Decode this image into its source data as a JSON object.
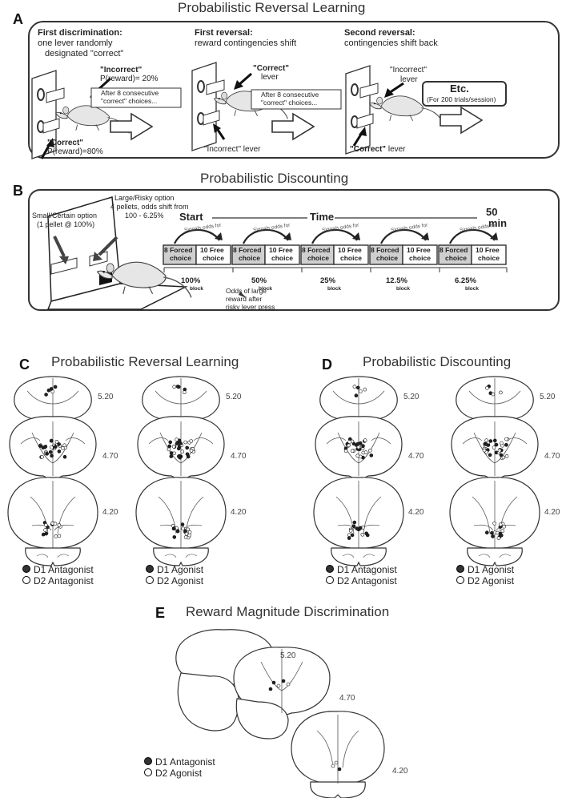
{
  "panelA": {
    "letter": "A",
    "title": "Probabilistic Reversal Learning",
    "stage1_head": "First discrimination:",
    "stage1_sub1": "one lever randomly",
    "stage1_sub2": "designated \"correct\"",
    "stage1_incorrect": "\"Incorrect\"",
    "stage1_incorrect_p": "P(reward)= 20%",
    "stage1_correct": "\"Correct\"",
    "stage1_correct_p": "P(reward)=80%",
    "arrow1_l1": "After 8 consecutive",
    "arrow1_l2": "\"correct\" choices...",
    "stage2_head": "First reversal:",
    "stage2_sub": "reward contingencies shift",
    "stage2_correct": "\"Correct\"",
    "stage2_correct_l": "lever",
    "stage2_incorrect": "\"Incorrect\" lever",
    "arrow2_l1": "After 8 consecutive",
    "arrow2_l2": "\"correct\" choices...",
    "stage3_head": "Second reversal:",
    "stage3_sub": "contingencies shift back",
    "stage3_incorrect": "\"Incorrect\"",
    "stage3_incorrect_l": "lever",
    "stage3_correct": "\"Correct\"",
    "stage3_correct_l": " lever",
    "etc": "Etc.",
    "etc_sub": "(For 200 trials/session)"
  },
  "panelB": {
    "letter": "B",
    "title": "Probabilistic Discounting",
    "small_l1": "Small/Certain option",
    "small_l2": "(1 pellet @ 100%)",
    "large_l1": "Large/Risky option",
    "large_l2": "4 pellets, odds shift from",
    "large_l3": "100 - 6.25%",
    "start": "Start",
    "time": "Time",
    "end_num": "50",
    "end_unit": "min",
    "signals": "Signals odds for",
    "forced_l1": "8 Forced",
    "forced_l2": "choice",
    "free_l1": "10 Free",
    "free_l2": "choice",
    "blocks": [
      "100%",
      "50%",
      "25%",
      "12.5%",
      "6.25%"
    ],
    "block_word": "block",
    "odds_l1": "Odds of large",
    "odds_l2": "reward after",
    "odds_l3": "risky lever press"
  },
  "panelC": {
    "letter": "C",
    "title": "Probabilistic Reversal Learning",
    "left_legend_filled": "D1 Antagonist",
    "left_legend_open": "D2 Antagonist",
    "right_legend_filled": "D1 Agonist",
    "right_legend_open": "D2 Agonist"
  },
  "panelD": {
    "letter": "D",
    "title": "Probabilistic Discounting",
    "left_legend_filled": "D1 Antagonist",
    "left_legend_open": "D2 Antagonist",
    "right_legend_filled": "D1 Agonist",
    "right_legend_open": "D2 Agonist"
  },
  "panelE": {
    "letter": "E",
    "title": "Reward Magnitude Discrimination",
    "legend_filled": "D1 Antagonist",
    "legend_open": "D2 Agonist"
  },
  "section_levels": [
    "5.20",
    "4.70",
    "4.20"
  ]
}
